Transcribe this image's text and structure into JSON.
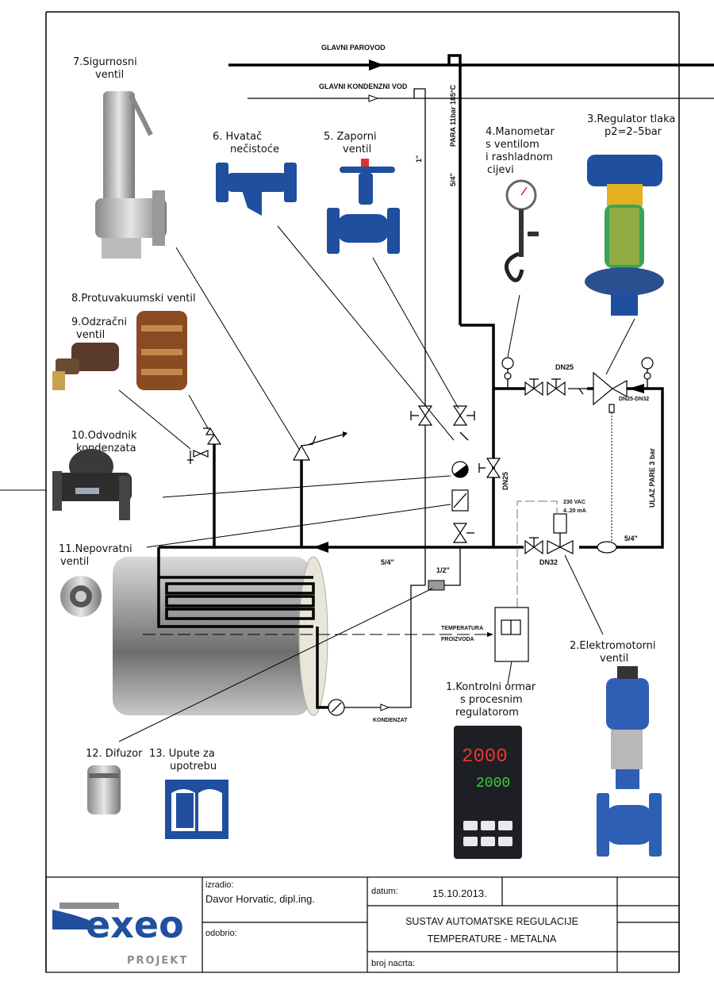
{
  "pipes": {
    "main_steam": "GLAVNI PAROVOD",
    "main_condensate": "GLAVNI KONDENZNI VOD",
    "steam_spec": "PARA 11bar 185°C",
    "size_1in": "1\"",
    "size_54_vertical": "5/4\"",
    "dn25_top": "DN25",
    "dn25_reg": "DN25-DN32",
    "dn25_bypass": "DN25",
    "inlet": "ULAZ PARE 3 bar",
    "size_54_right": "5/4\"",
    "size_54_main": "5/4\"",
    "dn32": "DN32",
    "power": "230 VAC",
    "signal": "4..20 mA",
    "size_12": "1/2\"",
    "temp_line1": "TEMPERATURA",
    "temp_line2": "PROIZVODA",
    "condensate": "KONDENZAT"
  },
  "components": [
    {
      "lines": [
        "7.Sigurnosni",
        "ventil"
      ]
    },
    {
      "lines": [
        "6.  Hvatač",
        "nečistoće"
      ]
    },
    {
      "lines": [
        "5.  Zaporni",
        "ventil"
      ]
    },
    {
      "lines": [
        "4.Manometar",
        "s ventilom",
        "i rashladnom",
        "cijevi"
      ]
    },
    {
      "lines": [
        "3.Regulator tlaka",
        "p2=2–5bar"
      ]
    },
    {
      "lines": [
        "8.Protuvakuumski ventil"
      ]
    },
    {
      "lines": [
        "9.Odzračni",
        "ventil"
      ]
    },
    {
      "lines": [
        "10.Odvodnik",
        "kondenzata"
      ]
    },
    {
      "lines": [
        "11.Nepovratni",
        "ventil"
      ]
    },
    {
      "lines": [
        "12.  Difuzor"
      ]
    },
    {
      "lines": [
        "13.  Upute za",
        "upotrebu"
      ]
    },
    {
      "lines": [
        "1.Kontrolni ormar",
        "s procesnim",
        "regulatorom"
      ]
    },
    {
      "lines": [
        "2.Elektromotorni",
        "ventil"
      ]
    }
  ],
  "controller_display": {
    "pv": "2000",
    "sv": "2000"
  },
  "title_block": {
    "logo": "exeo PROJEKT",
    "made_by_label": "izradio:",
    "made_by": "Davor Horvatic, dipl.ing.",
    "approved_label": "odobrio:",
    "date_label": "datum:",
    "date": "15.10.2013.",
    "title_line1": "SUSTAV AUTOMATSKE REGULACIJE",
    "title_line2": "TEMPERATURE - METALNA",
    "drawing_no_label": "broj nacrta:"
  },
  "colors": {
    "valve_blue": "#1f4f9e",
    "spring_green": "#3aa35a",
    "logo_blue": "#1f4f9e",
    "logo_grey": "#8a8d91"
  }
}
